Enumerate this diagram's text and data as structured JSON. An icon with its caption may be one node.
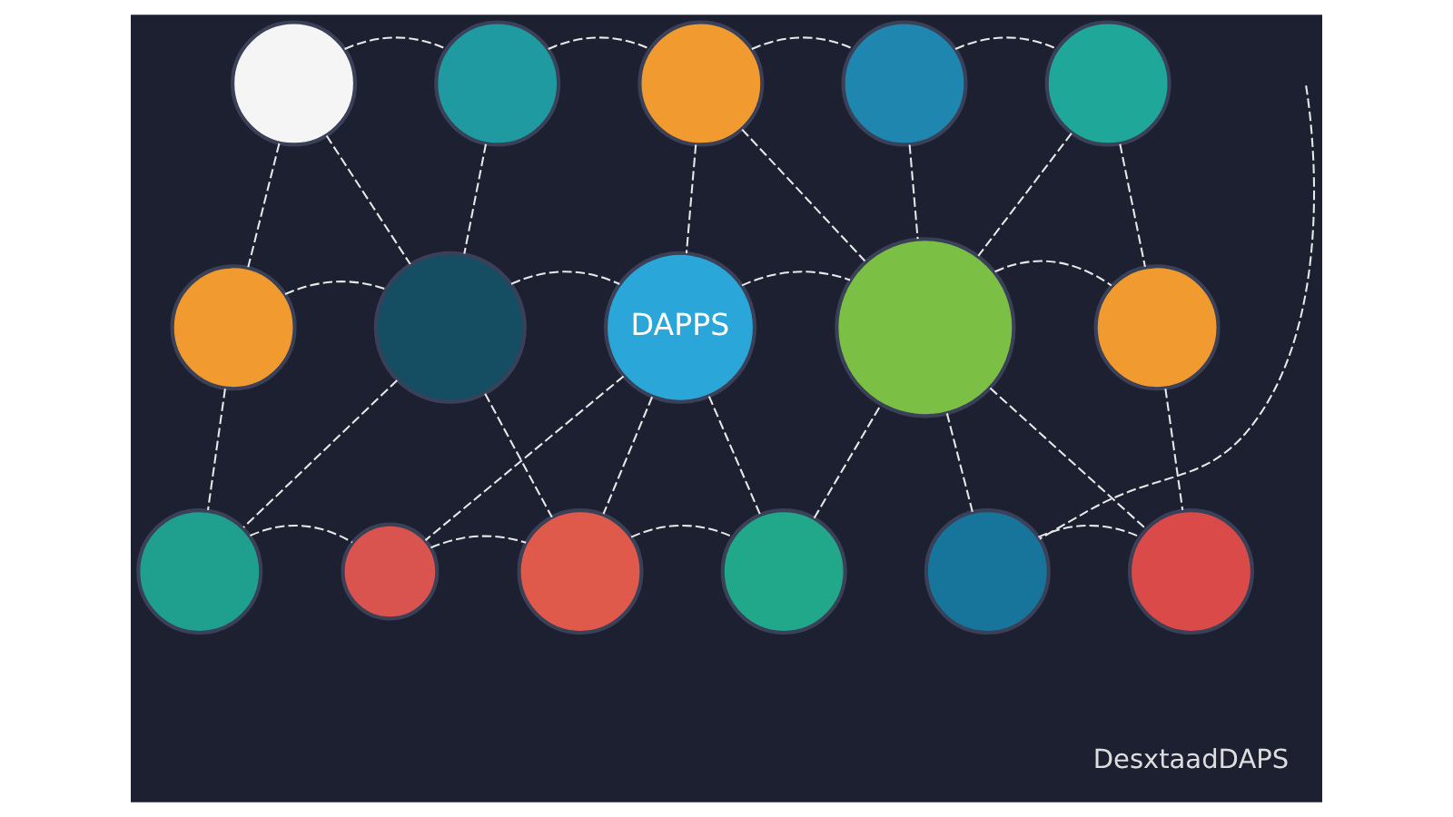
{
  "diagram": {
    "nodes": [
      {
        "text": [],
        "shape": "circle"
      },
      {
        "text": [],
        "shape": "circle"
      },
      {
        "text": [],
        "shape": "circle"
      },
      {
        "text": [],
        "shape": "circle"
      },
      {
        "text": [],
        "shape": "circle"
      },
      {
        "text": [],
        "shape": "circle"
      },
      {
        "text": [],
        "shape": "circle"
      },
      {
        "text": [
          "DAPPS"
        ]
      },
      {
        "text": [],
        "shape": "circle"
      },
      {
        "text": [],
        "shape": "circle"
      },
      {
        "text": [],
        "shape": "circle"
      },
      {
        "text": [],
        "shape": "circle"
      },
      {
        "text": [],
        "shape": "circle"
      },
      {
        "text": [],
        "shape": "circle"
      },
      {
        "text": [],
        "shape": "circle"
      },
      {
        "text": [],
        "shape": "circle"
      }
    ],
    "edges": [
      {
        "from": 0,
        "to": 1,
        "arrow": "none",
        "style": "dashed"
      },
      {
        "from": 1,
        "to": 2,
        "arrow": "none",
        "style": "dashed"
      },
      {
        "from": 2,
        "to": 3,
        "arrow": "none",
        "style": "dashed"
      },
      {
        "from": 3,
        "to": 4,
        "arrow": "none",
        "style": "dashed"
      },
      {
        "from": 0,
        "to": 5,
        "arrow": "none",
        "style": "dashed"
      },
      {
        "from": 0,
        "to": 6,
        "arrow": "none",
        "style": "dashed"
      },
      {
        "from": 1,
        "to": 6,
        "arrow": "none",
        "style": "dashed"
      },
      {
        "from": 2,
        "to": 7,
        "arrow": "none",
        "style": "dashed"
      },
      {
        "from": 2,
        "to": 8,
        "arrow": "none",
        "style": "dashed"
      },
      {
        "from": 3,
        "to": 8,
        "arrow": "none",
        "style": "dashed"
      },
      {
        "from": 4,
        "to": 8,
        "arrow": "none",
        "style": "dashed"
      },
      {
        "from": 4,
        "to": 9,
        "arrow": "none",
        "style": "dashed"
      },
      {
        "from": 5,
        "to": 6,
        "arrow": "none",
        "style": "dashed"
      },
      {
        "from": 6,
        "to": 7,
        "arrow": "none",
        "style": "dashed"
      },
      {
        "from": 7,
        "to": 8,
        "arrow": "none",
        "style": "dashed"
      },
      {
        "from": 8,
        "to": 9,
        "arrow": "none",
        "style": "dashed"
      },
      {
        "from": 5,
        "to": 10,
        "arrow": "none",
        "style": "dashed"
      },
      {
        "from": 6,
        "to": 10,
        "arrow": "none",
        "style": "dashed"
      },
      {
        "from": 6,
        "to": 12,
        "arrow": "none",
        "style": "dashed"
      },
      {
        "from": 7,
        "to": 11,
        "arrow": "none",
        "style": "dashed"
      },
      {
        "from": 7,
        "to": 12,
        "arrow": "none",
        "style": "dashed"
      },
      {
        "from": 7,
        "to": 13,
        "arrow": "none",
        "style": "dashed"
      },
      {
        "from": 10,
        "to": 11,
        "arrow": "none",
        "style": "dashed"
      },
      {
        "from": 11,
        "to": 12,
        "arrow": "none",
        "style": "dashed"
      },
      {
        "from": 12,
        "to": 13,
        "arrow": "none",
        "style": "dashed"
      },
      {
        "from": 13,
        "to": 8,
        "arrow": "none",
        "style": "dashed"
      },
      {
        "from": 8,
        "to": 14,
        "arrow": "none",
        "style": "dashed"
      },
      {
        "from": 8,
        "to": 15,
        "arrow": "none",
        "style": "dashed"
      },
      {
        "from": 9,
        "to": 15,
        "arrow": "none",
        "style": "dashed"
      },
      {
        "from": 14,
        "to": 15,
        "arrow": "none",
        "style": "dashed"
      },
      {
        "from": null,
        "to": 14,
        "arrow": "none",
        "style": "dashed"
      }
    ],
    "labels": [
      "DesxtaadDAPS"
    ]
  }
}
